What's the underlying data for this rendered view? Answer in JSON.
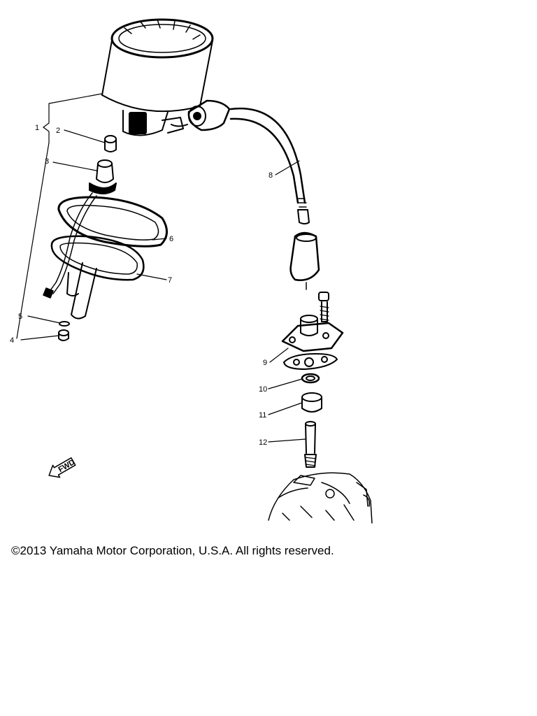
{
  "diagram": {
    "callouts": [
      "1",
      "2",
      "3",
      "4",
      "5",
      "6",
      "7",
      "8",
      "9",
      "10",
      "11",
      "12"
    ],
    "fwd_label": "FWD"
  },
  "footer": {
    "copyright": "©2013 Yamaha Motor Corporation, U.S.A. All rights reserved."
  }
}
